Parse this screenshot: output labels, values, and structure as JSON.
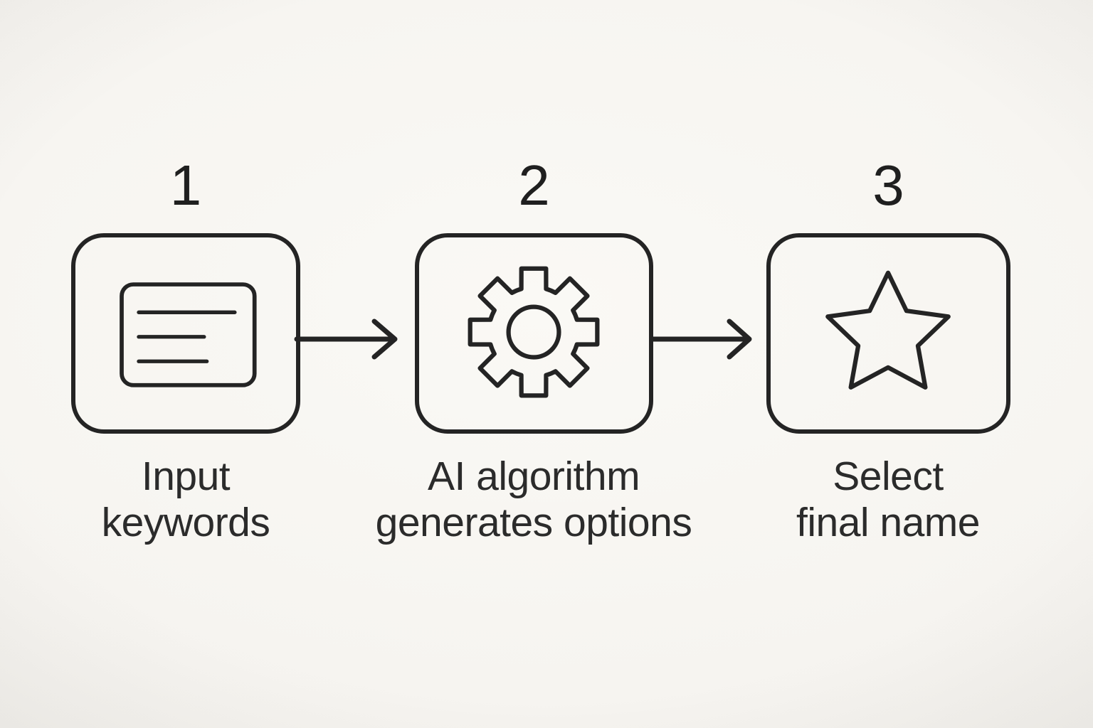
{
  "diagram": {
    "description": "Three-step process flow",
    "colors": {
      "ink": "#242424",
      "background": "#f6f4f0",
      "text": "#2b2b2b"
    },
    "steps": [
      {
        "number": "1",
        "icon": "document-icon",
        "label_line1": "Input",
        "label_line2": "keywords"
      },
      {
        "number": "2",
        "icon": "gear-icon",
        "label_line1": "AI algorithm",
        "label_line2": "generates options"
      },
      {
        "number": "3",
        "icon": "star-icon",
        "label_line1": "Select",
        "label_line2": "final name"
      }
    ],
    "connectors": [
      {
        "from": "1",
        "to": "2",
        "type": "arrow-right"
      },
      {
        "from": "2",
        "to": "3",
        "type": "arrow-right"
      }
    ]
  }
}
